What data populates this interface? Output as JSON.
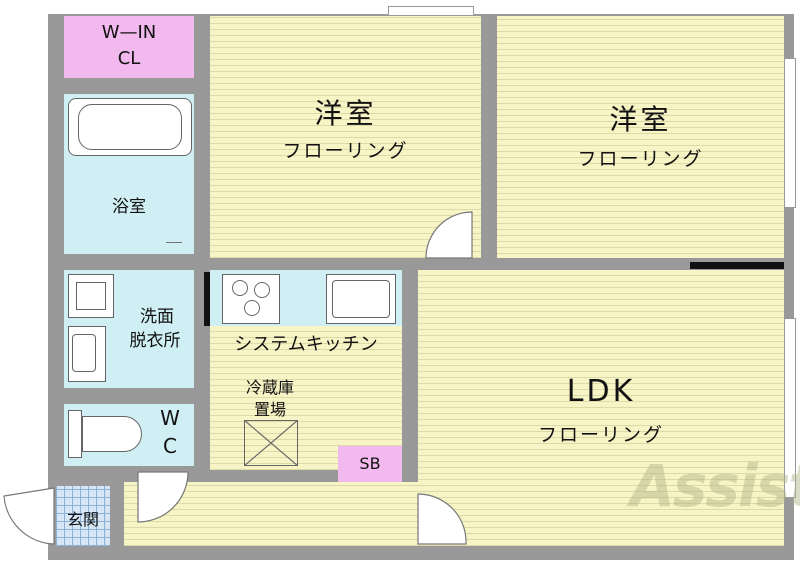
{
  "rooms": {
    "walkin_closet": {
      "line1": "W—IN",
      "line2": "CL"
    },
    "western_room_1": {
      "name": "洋室",
      "floor": "フローリング"
    },
    "western_room_2": {
      "name": "洋室",
      "floor": "フローリング"
    },
    "bathroom": {
      "name": "浴室"
    },
    "washroom": {
      "line1": "洗面",
      "line2": "脱衣所"
    },
    "kitchen": {
      "name": "システムキッチン"
    },
    "fridge": {
      "line1": "冷蔵庫",
      "line2": "置場"
    },
    "toilet": {
      "line1": "W",
      "line2": "C"
    },
    "shoe_box": {
      "name": "SB"
    },
    "ldk": {
      "name": "LDK",
      "floor": "フローリング"
    },
    "entrance": {
      "name": "玄関"
    }
  },
  "watermark": {
    "text": "Assist"
  },
  "colors": {
    "floor": "#f7f4c6",
    "wet_area": "#cfeff4",
    "closet": "#f1b9ee",
    "wall": "#999999"
  }
}
